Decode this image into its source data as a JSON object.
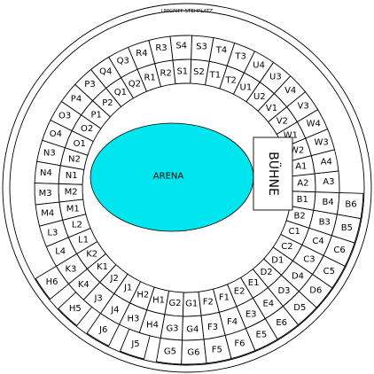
{
  "title": "UMGRIFF STEHPLATZ",
  "arena": {
    "label": "ARENA",
    "color": "#00e5ee"
  },
  "stage": {
    "label": "BÜHNE"
  },
  "colors": {
    "section_fill": "#ffffff",
    "line": "#000000"
  },
  "sections": [
    "G2",
    "G1",
    "F2",
    "F1",
    "E2",
    "E1",
    "D2",
    "D1",
    "C2",
    "C1",
    "B2",
    "B1",
    "A2",
    "A1",
    "W2",
    "W1",
    "V2",
    "V1",
    "U2",
    "U1",
    "T2",
    "T1",
    "S2",
    "S1",
    "R2",
    "R1",
    "Q2",
    "Q1",
    "P2",
    "P1",
    "O2",
    "O1",
    "N2",
    "N1",
    "M2",
    "M1",
    "L2",
    "L1",
    "K2",
    "K1",
    "J2",
    "J1",
    "H2",
    "H1",
    "G3",
    "G4",
    "F3",
    "F4",
    "E3",
    "E4",
    "D3",
    "D4",
    "C3",
    "C4",
    "B3",
    "B4",
    "A3",
    "A4",
    "W3",
    "W4",
    "V3",
    "V4",
    "U3",
    "U4",
    "T3",
    "T4",
    "S3",
    "S4",
    "R3",
    "R4",
    "Q3",
    "Q4",
    "P3",
    "P4",
    "O3",
    "O4",
    "N3",
    "N4",
    "M3",
    "M4",
    "L3",
    "L4",
    "K3",
    "K4",
    "J3",
    "J4",
    "H3",
    "H4",
    "G5",
    "G6",
    "F5",
    "F6",
    "E5",
    "E6",
    "D5",
    "D6",
    "C5",
    "C6",
    "B5",
    "B6",
    "J5",
    "J6",
    "H5",
    "H6"
  ]
}
